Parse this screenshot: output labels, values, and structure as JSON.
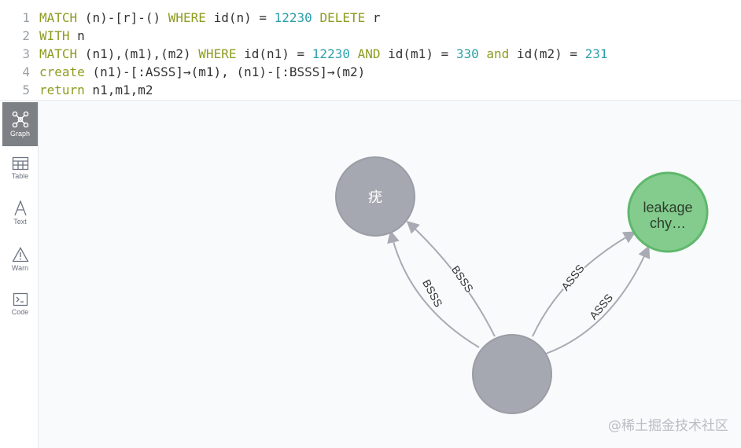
{
  "editor": {
    "lines": [
      {
        "n": "1",
        "parts": [
          {
            "t": "MATCH",
            "c": "kw"
          },
          {
            "t": " (n)-[r]-() ",
            "c": "txt"
          },
          {
            "t": "WHERE",
            "c": "kw"
          },
          {
            "t": " id(n) = ",
            "c": "txt"
          },
          {
            "t": "12230",
            "c": "num"
          },
          {
            "t": " ",
            "c": "txt"
          },
          {
            "t": "DELETE",
            "c": "kw"
          },
          {
            "t": " r",
            "c": "txt"
          }
        ]
      },
      {
        "n": "2",
        "parts": [
          {
            "t": "WITH",
            "c": "kw"
          },
          {
            "t": " n",
            "c": "txt"
          }
        ]
      },
      {
        "n": "3",
        "parts": [
          {
            "t": "MATCH",
            "c": "kw"
          },
          {
            "t": " (n1),(m1),(m2) ",
            "c": "txt"
          },
          {
            "t": "WHERE",
            "c": "kw"
          },
          {
            "t": " id(n1) = ",
            "c": "txt"
          },
          {
            "t": "12230",
            "c": "num"
          },
          {
            "t": " ",
            "c": "txt"
          },
          {
            "t": "AND",
            "c": "kw"
          },
          {
            "t": " id(m1) = ",
            "c": "txt"
          },
          {
            "t": "330",
            "c": "num"
          },
          {
            "t": " ",
            "c": "txt"
          },
          {
            "t": "and",
            "c": "kw"
          },
          {
            "t": " id(m2) = ",
            "c": "txt"
          },
          {
            "t": "231",
            "c": "num"
          }
        ]
      },
      {
        "n": "4",
        "parts": [
          {
            "t": "create",
            "c": "kw"
          },
          {
            "t": " (n1)-[:ASSS]→(m1), (n1)-[:BSSS]→(m2)",
            "c": "txt"
          }
        ]
      },
      {
        "n": "5",
        "parts": [
          {
            "t": "return",
            "c": "kw"
          },
          {
            "t": " n1,m1,m2",
            "c": "txt"
          }
        ]
      }
    ]
  },
  "sidebar": {
    "items": [
      {
        "label": "Graph",
        "icon": "graph-icon",
        "active": true
      },
      {
        "label": "Table",
        "icon": "table-icon",
        "active": false
      },
      {
        "label": "Text",
        "icon": "text-icon",
        "active": false
      },
      {
        "label": "Warn",
        "icon": "warn-icon",
        "active": false
      },
      {
        "label": "Code",
        "icon": "code-icon",
        "active": false
      }
    ]
  },
  "graph": {
    "nodes": [
      {
        "id": "m2",
        "label": "疣",
        "color": "#a5a8b0"
      },
      {
        "id": "m1",
        "label_line1": "leakage",
        "label_line2": "chy…",
        "color": "#84cc8e",
        "border": "#5fb86b"
      },
      {
        "id": "n1",
        "label": "",
        "color": "#a5a8b0"
      }
    ],
    "relationships": [
      {
        "label": "BSSS"
      },
      {
        "label": "BSSS"
      },
      {
        "label": "ASSS"
      },
      {
        "label": "ASSS"
      }
    ]
  },
  "watermark": "@稀土掘金技术社区"
}
